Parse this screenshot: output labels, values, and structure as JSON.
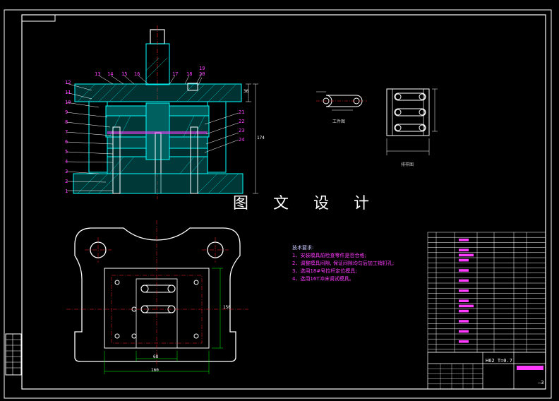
{
  "watermark": "图 文 设 计",
  "tech_notes": {
    "title": "技术要求:",
    "lines": [
      "1、安装模具前检查零件是否合格;",
      "2、调整模具间隙, 保证间隙均匀后加工销钉孔;",
      "3、选用18#号拉杆定位模具;",
      "4、选用16T冲床调试模具。"
    ]
  },
  "part_numbers_left": [
    "12",
    "11",
    "10",
    "9",
    "8",
    "7",
    "6",
    "5",
    "4",
    "3",
    "2",
    "1"
  ],
  "part_numbers_top": [
    "13",
    "14",
    "15",
    "16",
    "17",
    "18",
    "19",
    "20"
  ],
  "part_numbers_right": [
    "21",
    "22",
    "23",
    "24"
  ],
  "dimensions": {
    "height_total": "174",
    "height_top": "36",
    "width_bottom": "160",
    "width_inner": "68",
    "side_height": "150"
  },
  "views": {
    "workpiece": "工件图",
    "layout": "排样图"
  },
  "title_block": {
    "material": "H62  T=0.7",
    "page": "—3"
  },
  "colors": {
    "frame": "#ffffff",
    "part": "#00ffff",
    "center": "#ff2020",
    "hatch": "#00c8c8",
    "label": "#ff3bff",
    "dim": "#00ff00"
  }
}
